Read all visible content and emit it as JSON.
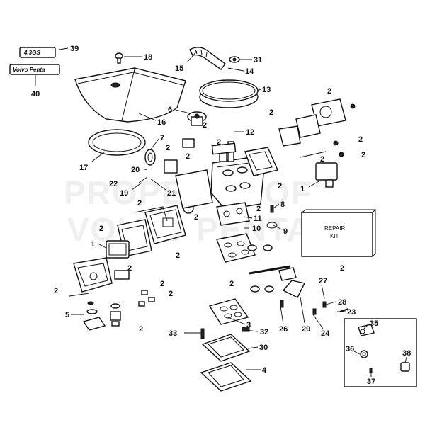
{
  "diagram": {
    "tags": {
      "engine": "4.3GS",
      "brand": "Volvo Penta"
    },
    "repair_kit": {
      "line1": "REPAIR",
      "line2": "KIT"
    },
    "watermark": {
      "line1": "PROPERTY OF",
      "line2": "VOLVO PENTA"
    },
    "callouts": {
      "c39": "39",
      "c40": "40",
      "c18": "18",
      "c15": "15",
      "c31": "31",
      "c14": "14",
      "c13": "13",
      "c16": "16",
      "c17": "17",
      "c6": "6",
      "c7": "7",
      "c12": "12",
      "c20": "20",
      "c22": "22",
      "c19": "19",
      "c21": "21",
      "c8": "8",
      "c9": "9",
      "c11": "11",
      "c10": "10",
      "c1a": "1",
      "c1b": "1",
      "c3": "3",
      "c5": "5",
      "c33": "33",
      "c32": "32",
      "c30": "30",
      "c4": "4",
      "c26": "26",
      "c29": "29",
      "c24": "24",
      "c23": "23",
      "c28": "28",
      "c27": "27",
      "c35": "35",
      "c36": "36",
      "c37": "37",
      "c38": "38",
      "n2": [
        "2",
        "2",
        "2",
        "2",
        "2",
        "2",
        "2",
        "2",
        "2",
        "2",
        "2",
        "2",
        "2",
        "2",
        "2",
        "2",
        "2",
        "2",
        "2",
        "2",
        "2",
        "2"
      ]
    }
  }
}
